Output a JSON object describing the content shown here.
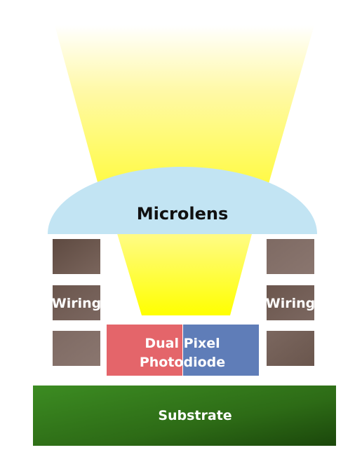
{
  "labels": {
    "microlens": "Microlens",
    "wiring_left": "Wiring",
    "wiring_right": "Wiring",
    "photodiode_line1": "Dual Pixel",
    "photodiode_line2": "Photodiode",
    "substrate": "Substrate"
  },
  "colors": {
    "light_beam": "#fffd6a",
    "microlens": "#c2e4f3",
    "wiring_dark": "#614c43",
    "wiring_light": "#84706a",
    "photodiode_left": "#e4656a",
    "photodiode_right": "#5f7db8",
    "substrate_light": "#3a8a22",
    "substrate_dark": "#1d4a0c",
    "label_dark": "#111111",
    "label_light": "#ffffff"
  }
}
